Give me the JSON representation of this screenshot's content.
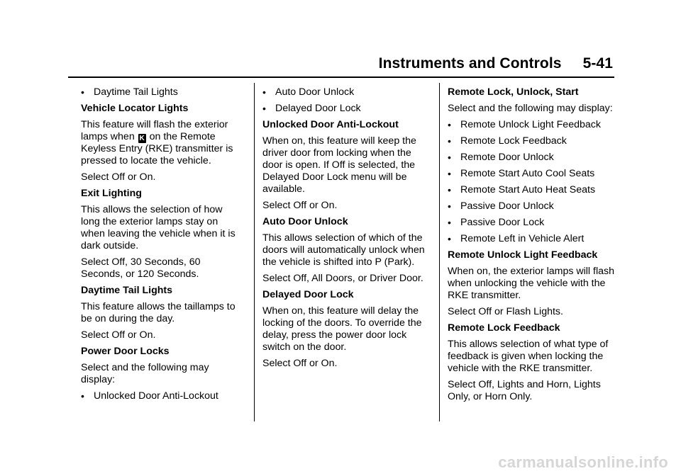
{
  "header": {
    "section": "Instruments and Controls",
    "page": "5-41"
  },
  "col1": {
    "b_daytime": "Daytime Tail Lights",
    "locator_heading": "Vehicle Locator Lights",
    "locator_text_a": "This feature will flash the exterior lamps when",
    "locator_text_b": "on the Remote Keyless Entry (RKE) transmitter is pressed to locate the vehicle.",
    "locator_select": "Select Off or On.",
    "exit_heading": "Exit Lighting",
    "exit_text": "This allows the selection of how long the exterior lamps stay on when leaving the vehicle when it is dark outside.",
    "exit_select": "Select Off, 30 Seconds, 60 Seconds, or 120 Seconds.",
    "dtl_heading": "Daytime Tail Lights",
    "dtl_text": "This feature allows the taillamps to be on during the day.",
    "dtl_select": "Select Off or On.",
    "pdl_heading": "Power Door Locks",
    "pdl_text": "Select and the following may display:",
    "b_unlocked": "Unlocked Door Anti-Lockout"
  },
  "col2": {
    "b_auto": "Auto Door Unlock",
    "b_delayed": "Delayed Door Lock",
    "udal_heading": "Unlocked Door Anti-Lockout",
    "udal_text": "When on, this feature will keep the driver door from locking when the door is open. If Off is selected, the Delayed Door Lock menu will be available.",
    "udal_select": "Select Off or On.",
    "adu_heading": "Auto Door Unlock",
    "adu_text": "This allows selection of which of the doors will automatically unlock when the vehicle is shifted into P (Park).",
    "adu_select": "Select Off, All Doors, or Driver Door.",
    "ddl_heading": "Delayed Door Lock",
    "ddl_text": "When on, this feature will delay the locking of the doors. To override the delay, press the power door lock switch on the door.",
    "ddl_select": "Select Off or On."
  },
  "col3": {
    "rlus_heading": "Remote Lock, Unlock, Start",
    "rlus_text": "Select and the following may display:",
    "bullets": [
      "Remote Unlock Light Feedback",
      "Remote Lock Feedback",
      "Remote Door Unlock",
      "Remote Start Auto Cool Seats",
      "Remote Start Auto Heat Seats",
      "Passive Door Unlock",
      "Passive Door Lock",
      "Remote Left in Vehicle Alert"
    ],
    "rulf_heading": "Remote Unlock Light Feedback",
    "rulf_text": "When on, the exterior lamps will flash when unlocking the vehicle with the RKE transmitter.",
    "rulf_select": "Select Off or Flash Lights.",
    "rlf_heading": "Remote Lock Feedback",
    "rlf_text": "This allows selection of what type of feedback is given when locking the vehicle with the RKE transmitter.",
    "rlf_select": "Select Off, Lights and Horn, Lights Only, or Horn Only."
  },
  "bullet_glyph": "•",
  "icon": {
    "name": "rke-unlock-key-icon"
  },
  "watermark": "carmanualsonline.info"
}
